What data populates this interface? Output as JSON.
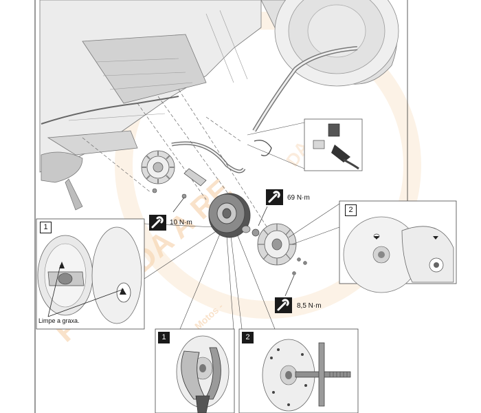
{
  "torque_labels": {
    "t1": "10 N·m",
    "t2": "69 N·m",
    "t3": "8,5 N·m"
  },
  "inset_labels": {
    "inset_left": "1",
    "inset_right": "2",
    "step1": "1",
    "step2": "2"
  },
  "notes": {
    "grease": "Limpe a graxa."
  },
  "watermark": {
    "main": "PROIBIDA A RE",
    "sub": "Motos -",
    "corner": "DA A"
  },
  "colors": {
    "line": "#555555",
    "dark": "#1a1a1a",
    "watermark": "#f5cba0"
  },
  "icons": [
    "torque-wrench-icon"
  ]
}
